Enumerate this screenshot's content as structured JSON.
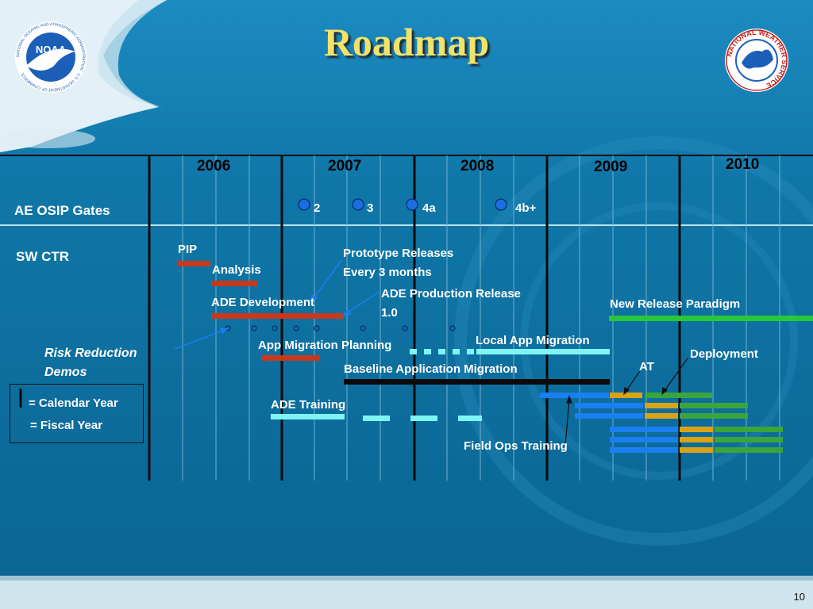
{
  "title": "Roadmap",
  "years": [
    "2006",
    "2007",
    "2008",
    "2009",
    "2010"
  ],
  "gates": {
    "label": "AE OSIP Gates",
    "items": [
      "2",
      "3",
      "4a",
      "4b+"
    ]
  },
  "sw_ctr_label": "SW CTR",
  "tasks": {
    "pip": "PIP",
    "analysis": "Analysis",
    "ade_development": "ADE Development",
    "prototype_line1": "Prototype Releases",
    "prototype_line2": "Every 3 months",
    "ade_prod_line1": "ADE Production Release",
    "ade_prod_line2": "1.0",
    "new_release_paradigm": "New Release Paradigm",
    "app_migration_planning": "App Migration Planning",
    "local_app_migration": "Local App Migration",
    "baseline_app_migration": "Baseline Application Migration",
    "deployment": "Deployment",
    "at": "AT",
    "ade_training": "ADE Training",
    "field_ops_training": "Field Ops Training"
  },
  "risk_reduction_line1": "Risk Reduction",
  "risk_reduction_line2": "Demos",
  "legend": {
    "calendar_year": "= Calendar Year",
    "fiscal_year": "= Fiscal Year"
  },
  "logos": {
    "noaa": "NOAA",
    "noaa_ring": "NATIONAL OCEANIC AND ATMOSPHERIC ADMINISTRATION · U.S. DEPARTMENT OF COMMERCE",
    "nws_ring": "NATIONAL WEATHER SERVICE"
  },
  "page_number": "10",
  "colors": {
    "red_bar": "#c8381a",
    "cyan_bar": "#7ff4f4",
    "green_bar": "#28c83a",
    "blue_bar": "#1a7ff0",
    "gold_bar": "#d9a316",
    "title": "#f2e26a"
  }
}
